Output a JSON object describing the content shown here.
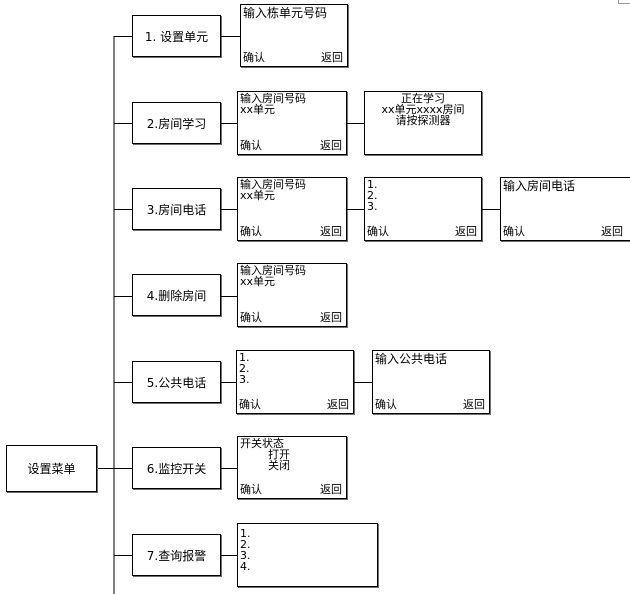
{
  "root": {
    "label": "设置菜单"
  },
  "common": {
    "confirm": "确认",
    "back": "返回"
  },
  "menu": [
    {
      "label": "1. 设置单元",
      "screens": [
        {
          "lines": [
            "输入栋单元号码"
          ]
        }
      ]
    },
    {
      "label": "2.房间学习",
      "screens": [
        {
          "lines": [
            "输入房间号码",
            "xx单元"
          ]
        },
        {
          "lines": [
            "正在学习",
            "xx单元xxxx房间",
            "请按探测器"
          ]
        }
      ]
    },
    {
      "label": "3.房间电话",
      "screens": [
        {
          "lines": [
            "输入房间号码",
            "xx单元"
          ]
        },
        {
          "lines": [
            "1.",
            "2.",
            "3."
          ]
        },
        {
          "lines": [
            "输入房间电话"
          ]
        }
      ]
    },
    {
      "label": "4.删除房间",
      "screens": [
        {
          "lines": [
            "输入房间号码",
            "xx单元"
          ]
        }
      ]
    },
    {
      "label": "5.公共电话",
      "screens": [
        {
          "lines": [
            "1.",
            "2.",
            "3."
          ]
        },
        {
          "lines": [
            "输入公共电话"
          ]
        }
      ]
    },
    {
      "label": "6.监控开关",
      "screens": [
        {
          "lines": [
            "开关状态",
            "打开",
            "关闭"
          ]
        }
      ]
    },
    {
      "label": "7.查询报警",
      "screens": [
        {
          "lines": [
            "1.",
            "2.",
            "3.",
            "4."
          ]
        }
      ]
    }
  ]
}
